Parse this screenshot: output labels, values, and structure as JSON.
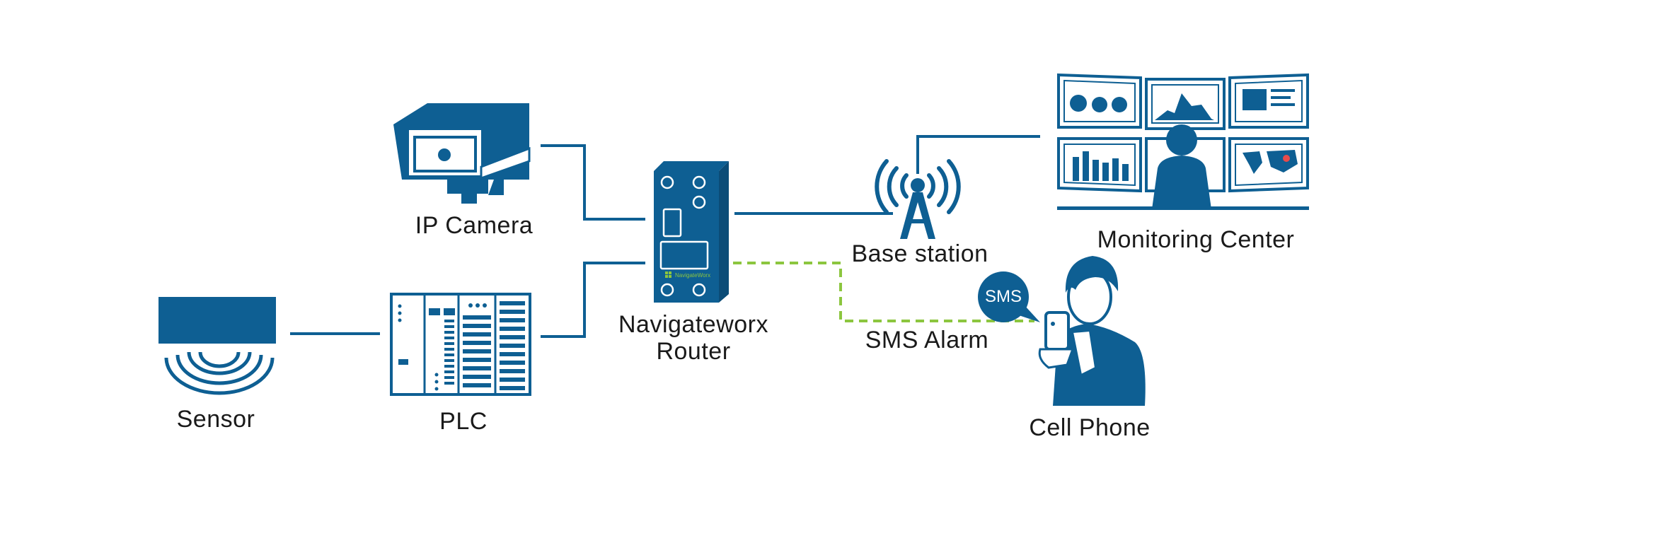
{
  "colors": {
    "primary": "#0e5f93",
    "alarm_link": "#8cc63f",
    "brand_green": "#8cc63f"
  },
  "labels": {
    "ip_camera": "IP Camera",
    "sensor": "Sensor",
    "plc": "PLC",
    "router_line1": "Navigateworx",
    "router_line2": "Router",
    "base_station": "Base station",
    "sms_alarm": "SMS Alarm",
    "monitoring_center": "Monitoring Center",
    "cell_phone": "Cell Phone"
  },
  "sms_bubble": {
    "text": "SMS"
  },
  "router_brand": "NavigateWorx"
}
